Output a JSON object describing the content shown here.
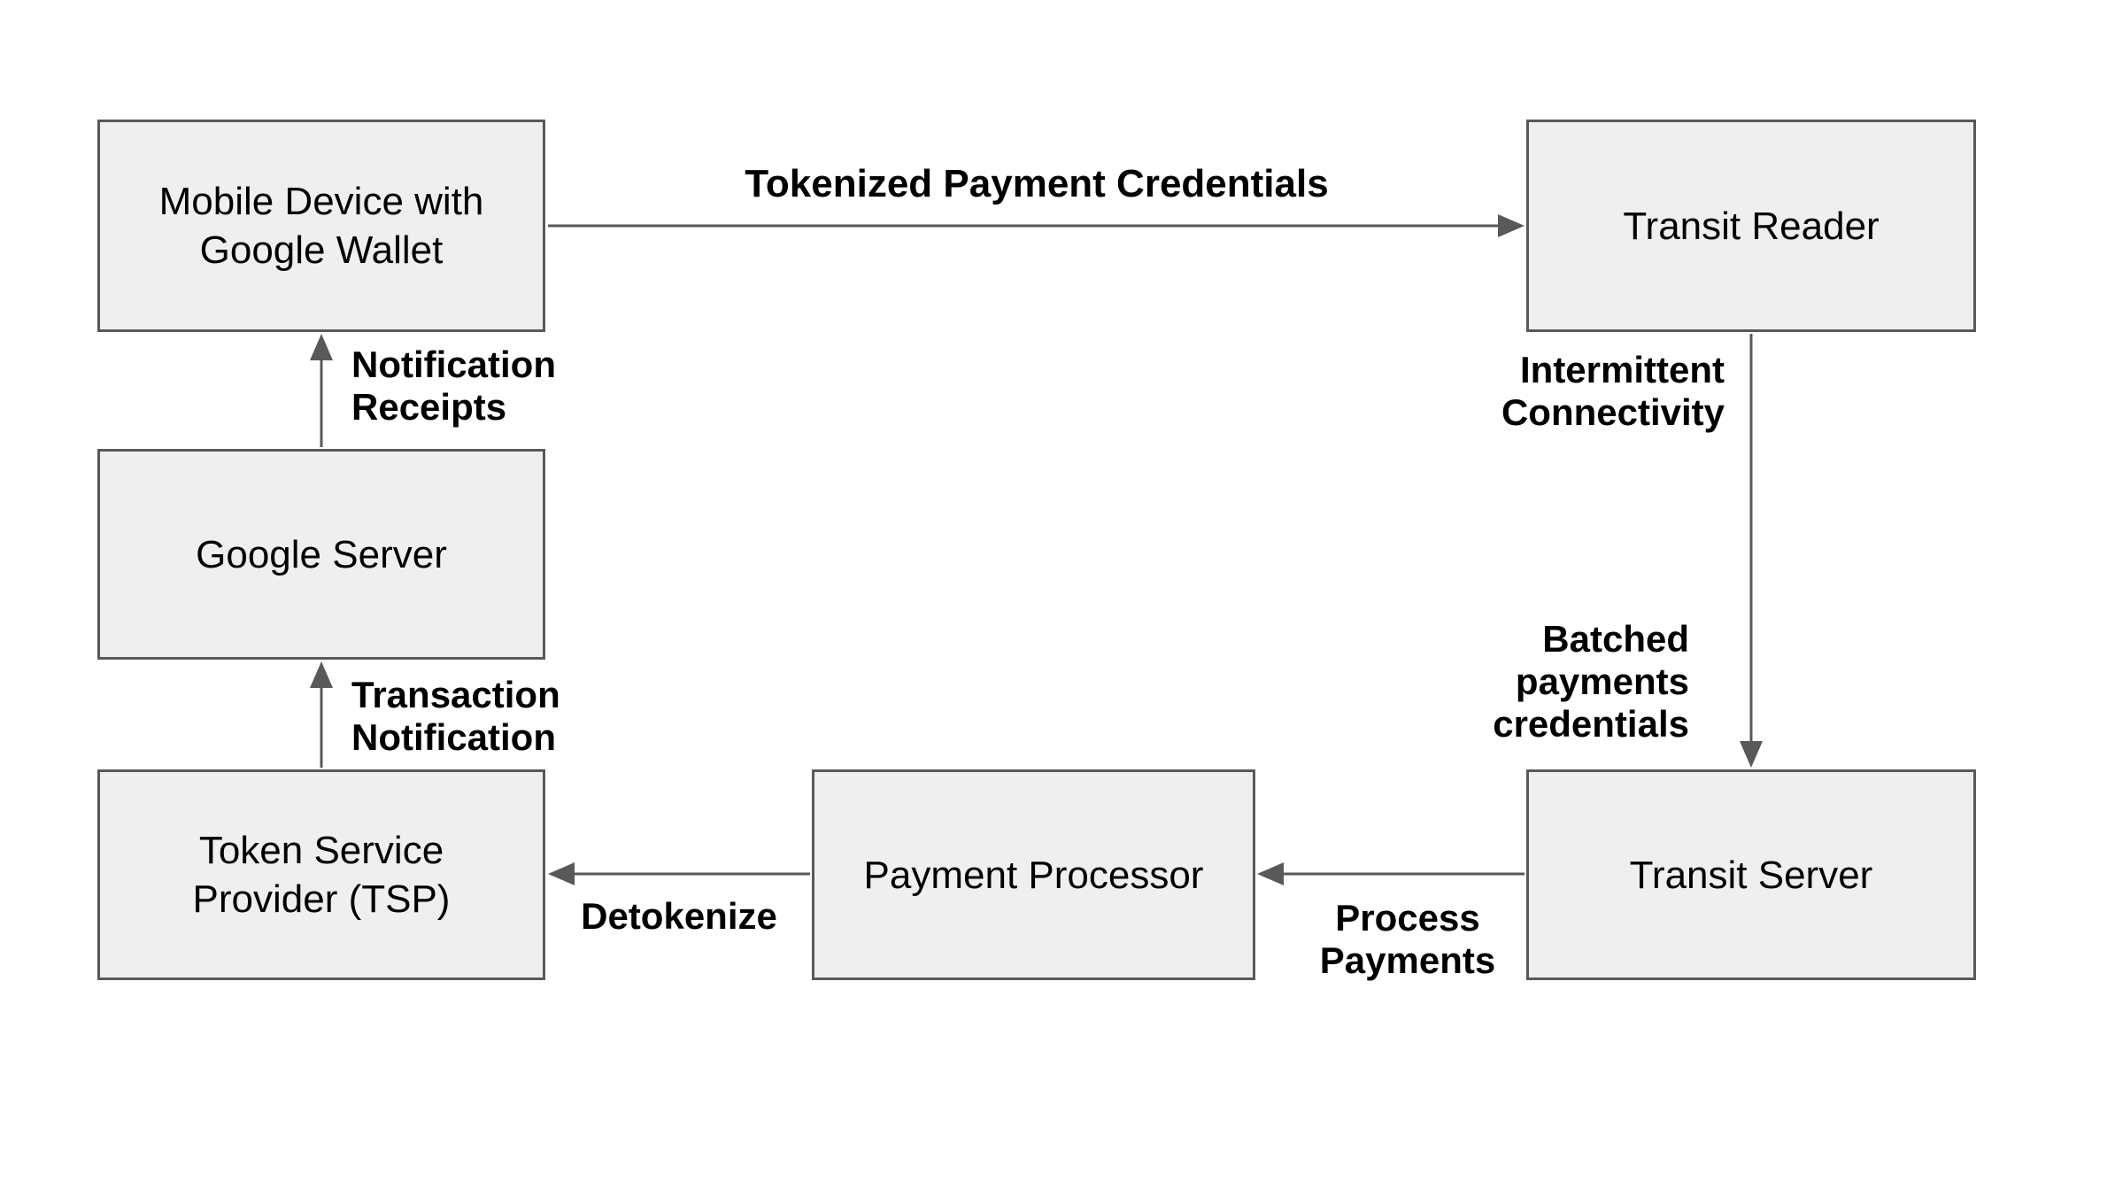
{
  "title": "Google Wallet transit payment flow diagram",
  "colors": {
    "background": "#ffffff",
    "node_fill": "#efefef",
    "node_border": "#595959",
    "arrow": "#595959",
    "text": "#000000"
  },
  "nodes": [
    {
      "id": "mobile-device",
      "label": "Mobile Device with\nGoogle Wallet"
    },
    {
      "id": "transit-reader",
      "label": "Transit Reader"
    },
    {
      "id": "google-server",
      "label": "Google Server"
    },
    {
      "id": "tsp",
      "label": "Token Service\nProvider (TSP)"
    },
    {
      "id": "payment-processor",
      "label": "Payment Processor"
    },
    {
      "id": "transit-server",
      "label": "Transit Server"
    }
  ],
  "edges": [
    {
      "id": "tokenized-credentials",
      "from": "Mobile Device with Google Wallet",
      "to": "Transit Reader",
      "direction": "right",
      "label": "Tokenized Payment Credentials"
    },
    {
      "id": "reader-to-server",
      "from": "Transit Reader",
      "to": "Transit Server",
      "direction": "down",
      "labels": [
        "Intermittent\nConnectivity",
        "Batched\npayments\ncredentials"
      ]
    },
    {
      "id": "process-payments",
      "from": "Transit Server",
      "to": "Payment Processor",
      "direction": "left",
      "label": "Process\nPayments"
    },
    {
      "id": "detokenize",
      "from": "Payment Processor",
      "to": "Token Service Provider (TSP)",
      "direction": "left",
      "label": "Detokenize"
    },
    {
      "id": "transaction-notification",
      "from": "Token Service Provider (TSP)",
      "to": "Google Server",
      "direction": "up",
      "label": "Transaction\nNotification"
    },
    {
      "id": "notification-receipts",
      "from": "Google Server",
      "to": "Mobile Device with Google Wallet",
      "direction": "up",
      "label": "Notification\nReceipts"
    }
  ]
}
